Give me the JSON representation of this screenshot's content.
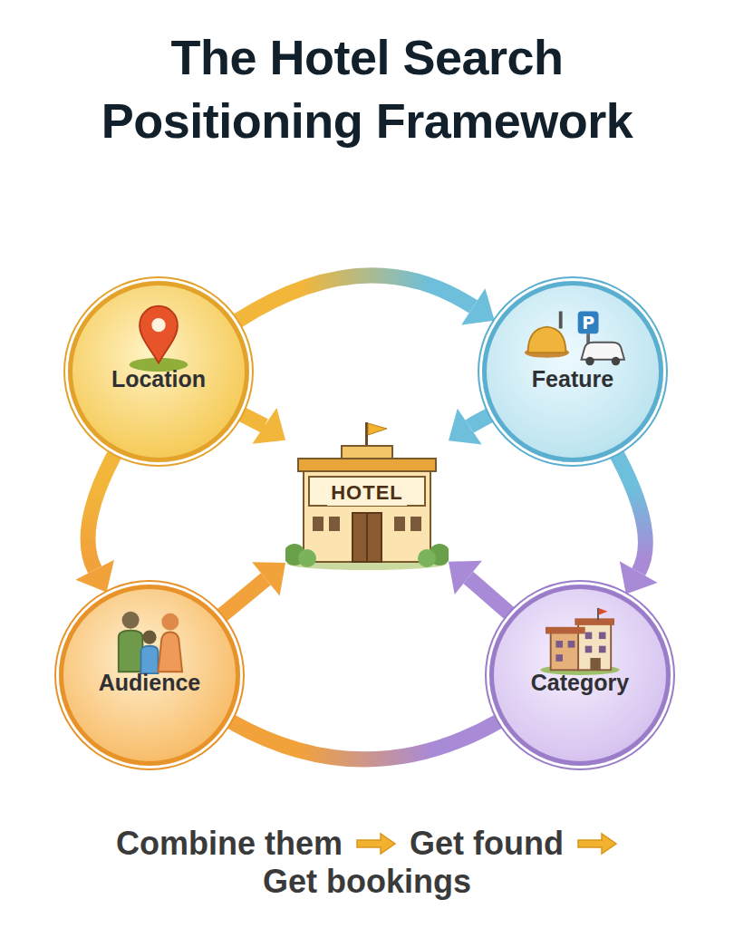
{
  "diagram": {
    "title": "The Hotel Search Positioning Framework",
    "nodes": [
      {
        "text": [
          "Location"
        ]
      },
      {
        "text": [
          "Feature"
        ]
      },
      {
        "text": [
          "HOTEL"
        ]
      },
      {
        "text": [
          "Audience"
        ]
      },
      {
        "text": [
          "Category"
        ]
      }
    ],
    "edges": [
      {
        "from": 0,
        "to": 1,
        "arrow": "to"
      },
      {
        "from": 0,
        "to": 2,
        "arrow": "to"
      },
      {
        "from": 1,
        "to": 2,
        "arrow": "to"
      },
      {
        "from": 1,
        "to": 4,
        "arrow": "to"
      },
      {
        "from": 0,
        "to": 3,
        "arrow": "to"
      },
      {
        "from": 3,
        "to": 2,
        "arrow": "to"
      },
      {
        "from": 4,
        "to": 2,
        "arrow": "to"
      },
      {
        "from": 3,
        "to": 4,
        "arrow": "none"
      }
    ],
    "labels": [
      "Combine them",
      "Get found",
      "Get bookings"
    ]
  }
}
